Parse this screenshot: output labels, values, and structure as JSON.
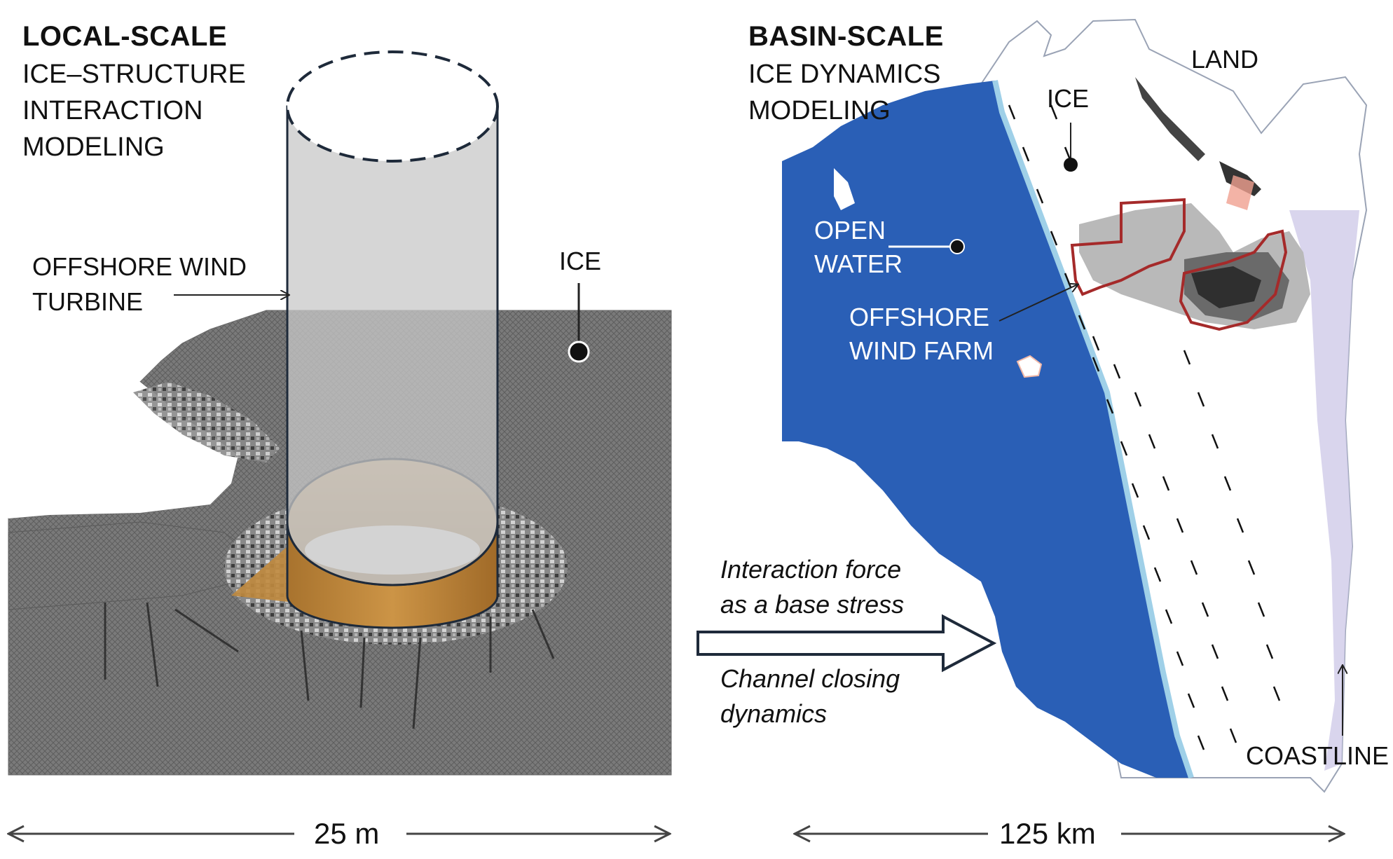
{
  "local": {
    "heading": "LOCAL-SCALE",
    "sub": [
      "ICE–STRUCTURE",
      "INTERACTION",
      "MODELING"
    ],
    "turbine_label": [
      "OFFSHORE WIND",
      "TURBINE"
    ],
    "ice_label": "ICE",
    "scale": "25 m"
  },
  "basin": {
    "heading": "BASIN-SCALE",
    "sub": [
      "ICE DYNAMICS",
      "MODELING"
    ],
    "land_label": "LAND",
    "ice_label": "ICE",
    "open_water_label": [
      "OPEN",
      "WATER"
    ],
    "farm_label": [
      "OFFSHORE",
      "WIND FARM"
    ],
    "coastline_label": "COASTLINE",
    "scale": "125 km"
  },
  "coupling": {
    "top": [
      "Interaction force",
      "as a base stress"
    ],
    "bottom": [
      "Channel closing",
      "dynamics"
    ]
  },
  "colors": {
    "open_water": "#2a5fb6",
    "ice_sheet": "#7c7c7c",
    "turbine_base": "#c08a3e",
    "farm_outline": "#a52a2a",
    "outline_dark": "#1e2a3a"
  }
}
